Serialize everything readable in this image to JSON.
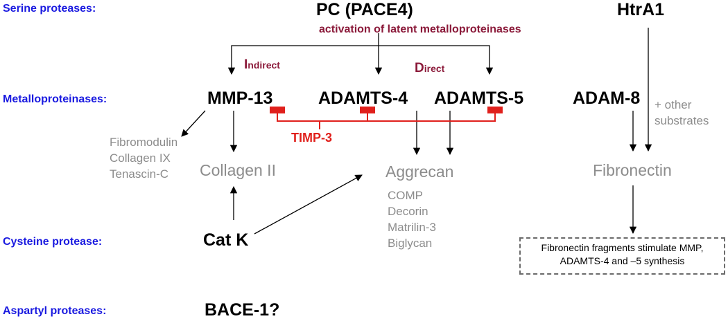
{
  "categories": {
    "serine": "Serine proteases:",
    "metallo": "Metalloproteinases:",
    "cysteine": "Cysteine protease:",
    "aspartyl": "Aspartyl proteases:"
  },
  "enzymes": {
    "pc": "PC (PACE4)",
    "htra1": "HtrA1",
    "mmp13": "MMP-13",
    "adamts4": "ADAMTS-4",
    "adamts5": "ADAMTS-5",
    "adam8": "ADAM-8",
    "catk": "Cat K",
    "bace1": "BACE-1?"
  },
  "labels": {
    "activation": "activation of latent metalloproteinases",
    "indirect_cap": "I",
    "indirect_rest": "ndirect",
    "direct_cap": "D",
    "direct_rest": "irect",
    "timp3": "TIMP-3",
    "other_substrates": "+ other\nsubstrates"
  },
  "substrates": {
    "mmp13_list": "Fibromodulin\nCollagen IX\nTenascin-C",
    "collagen": "Collagen II",
    "aggrecan": "Aggrecan",
    "aggrecan_list": "COMP\nDecorin\nMatrilin-3\nBiglycan",
    "fibronectin": "Fibronectin"
  },
  "note": "Fibronectin fragments stimulate MMP, ADAMTS-4 and –5 synthesis",
  "colors": {
    "category": "#1a1ae0",
    "maroon": "#8b1a3a",
    "timp": "#e0201c",
    "substrate": "#8c8c8c"
  }
}
